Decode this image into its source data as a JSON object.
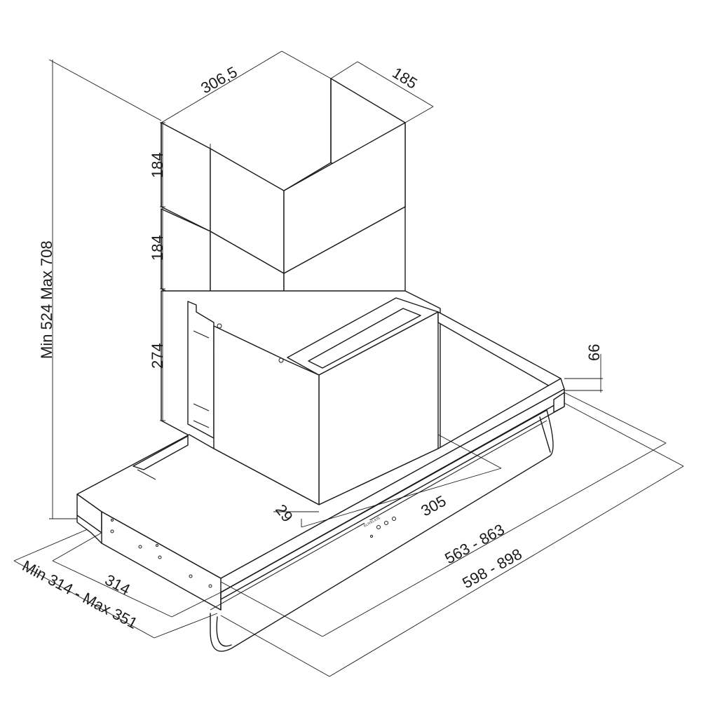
{
  "brand": "ELIVELIUS",
  "dimensions": {
    "chimney_width": "306,5",
    "chimney_depth": "185",
    "upper_chimney_height": "184",
    "middle_chimney_height": "184",
    "lower_height": "274",
    "total_height": "Min 524 Max 708",
    "canopy_thickness": "66",
    "motor_offset": "29",
    "motor_width": "305",
    "chimney_range": "563 - 863",
    "width_range": "598 - 898",
    "depth": "314",
    "depth_range": "Min 314 - Max 351"
  }
}
